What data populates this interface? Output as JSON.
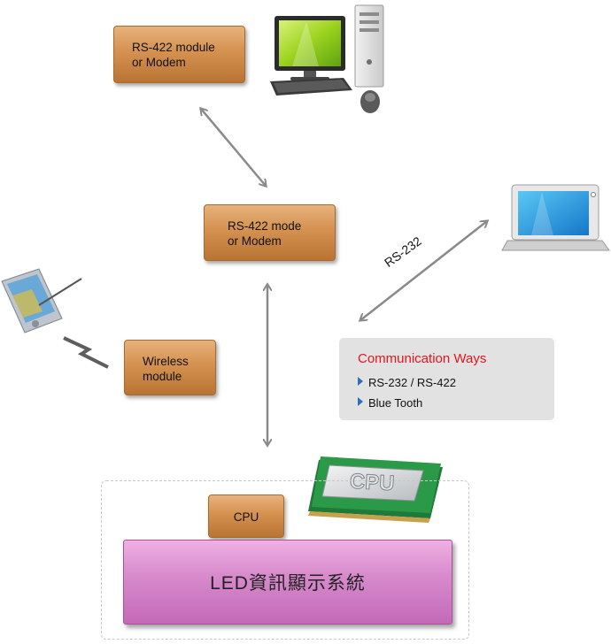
{
  "nodes": {
    "rs422_module_top": {
      "line1": "RS-422 module",
      "line2": "or Modem"
    },
    "rs422_mode_mid": {
      "line1": "RS-422 mode",
      "line2": "or Modem"
    },
    "wireless_module": {
      "line1": "Wireless",
      "line2": "module"
    },
    "cpu": {
      "label": "CPU"
    },
    "led_system": {
      "label": "LED資訊顯示系統"
    }
  },
  "link_labels": {
    "rs232": "RS-232"
  },
  "communication_ways": {
    "title": "Communication Ways",
    "items": [
      "RS-232 / RS-422",
      "Blue Tooth"
    ]
  },
  "chip_label": "CPU",
  "colors": {
    "node_fill": "#d4914f",
    "led_fill": "#d88ccd",
    "arrow": "#8a8a8a",
    "comm_title": "#e8141b",
    "bullet": "#2f6fb7"
  },
  "icons": [
    "desktop-computer-icon",
    "laptop-icon",
    "pda-icon",
    "wireless-signal-icon",
    "cpu-chip-icon"
  ]
}
